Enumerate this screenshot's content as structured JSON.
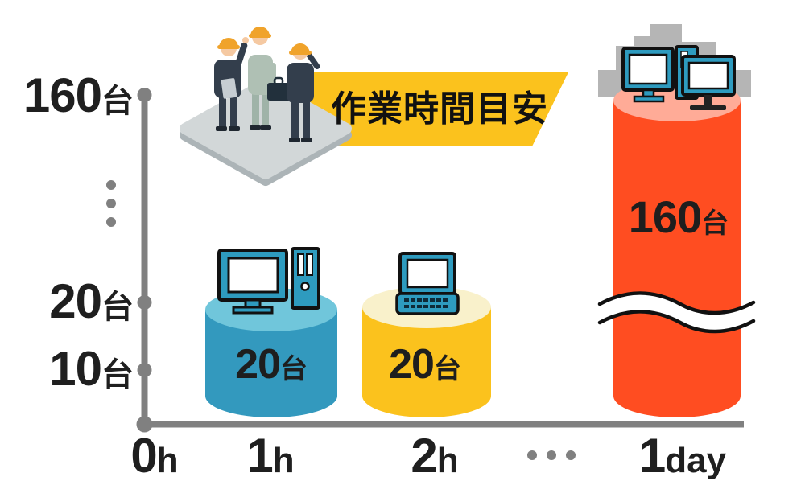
{
  "banner": {
    "label": "作業時間目安",
    "color": "#FBC21D"
  },
  "y_axis": {
    "labels": [
      {
        "num": "160",
        "unit": "台"
      },
      {
        "num": "20",
        "unit": "台"
      },
      {
        "num": "10",
        "unit": "台"
      }
    ]
  },
  "x_axis": {
    "labels": [
      {
        "num": "0",
        "unit": "h"
      },
      {
        "num": "1",
        "unit": "h"
      },
      {
        "num": "2",
        "unit": "h"
      },
      {
        "num": "1",
        "unit": "day"
      }
    ]
  },
  "bars": [
    {
      "category": "1h",
      "value": 20,
      "label_num": "20",
      "label_unit": "台",
      "body_color": "#3399BE",
      "top_color": "#70C6DB",
      "icon": "desktop-pc-icon"
    },
    {
      "category": "2h",
      "value": 20,
      "label_num": "20",
      "label_unit": "台",
      "body_color": "#FBC21D",
      "top_color": "#F9F1CB",
      "icon": "laptop-icon"
    },
    {
      "category": "1day",
      "value": 160,
      "label_num": "160",
      "label_unit": "台",
      "body_color": "#FF4D21",
      "top_color": "#FFAB97",
      "icon": "pc-cluster-icon",
      "axis_break": true
    }
  ],
  "colors": {
    "axis_gray": "#808080",
    "icon_blue": "#2E9BBF",
    "cluster_gray": "#B5B5B5",
    "helmet_orange": "#F0A32B"
  },
  "chart_data": {
    "type": "bar",
    "title": "作業時間目安",
    "categories": [
      "1h",
      "2h",
      "1day"
    ],
    "values": [
      20,
      20,
      160
    ],
    "value_unit": "台",
    "bar_labels": [
      "20台",
      "20台",
      "160台"
    ],
    "bar_colors": [
      "#3399BE",
      "#FBC21D",
      "#FF4D21"
    ],
    "x_tick_labels": [
      "0h",
      "1h",
      "2h",
      "…",
      "1day"
    ],
    "y_tick_labels": [
      "160台",
      "20台",
      "10台"
    ],
    "y_axis_break_between": [
      20,
      160
    ],
    "xlabel": "",
    "ylabel": "",
    "grid": false,
    "legend": false
  }
}
